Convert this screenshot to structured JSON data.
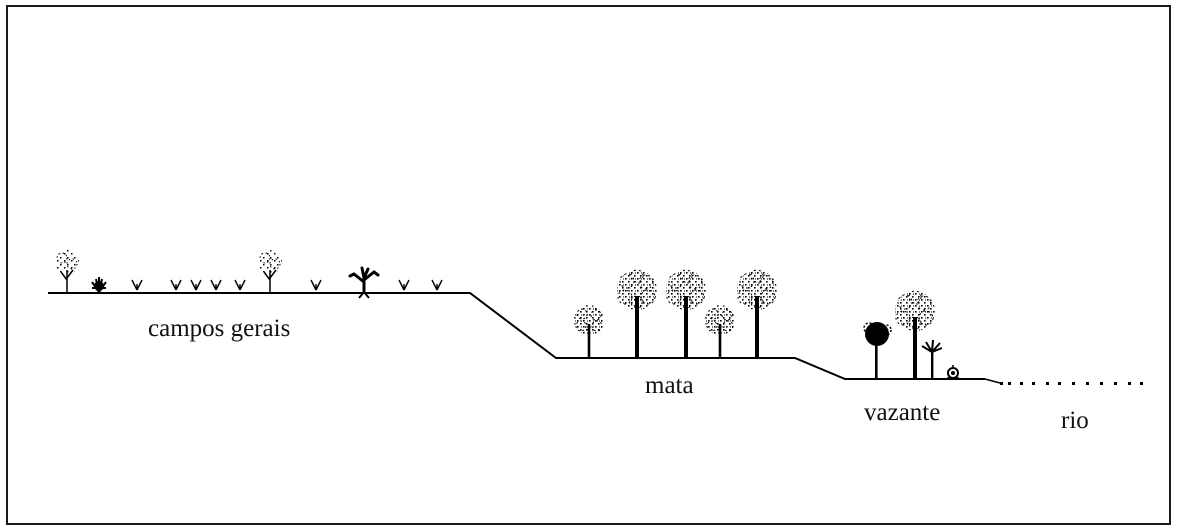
{
  "diagram": {
    "zones": {
      "campos": "campos gerais",
      "mata": "mata",
      "vazante": "vazante",
      "rio": "rio"
    },
    "vegetation": {
      "campos": [
        "sparse-tree-icon",
        "shrub-icon",
        "grass-tuft-icon",
        "twisted-tree-icon"
      ],
      "mata": [
        "canopy-tree-icon"
      ],
      "vazante": [
        "dense-tree-icon",
        "canopy-tree-icon",
        "palm-icon",
        "bush-icon"
      ]
    },
    "colors": {
      "ink": "#000000",
      "frame": "#1a1a1a",
      "background": "#ffffff"
    }
  }
}
